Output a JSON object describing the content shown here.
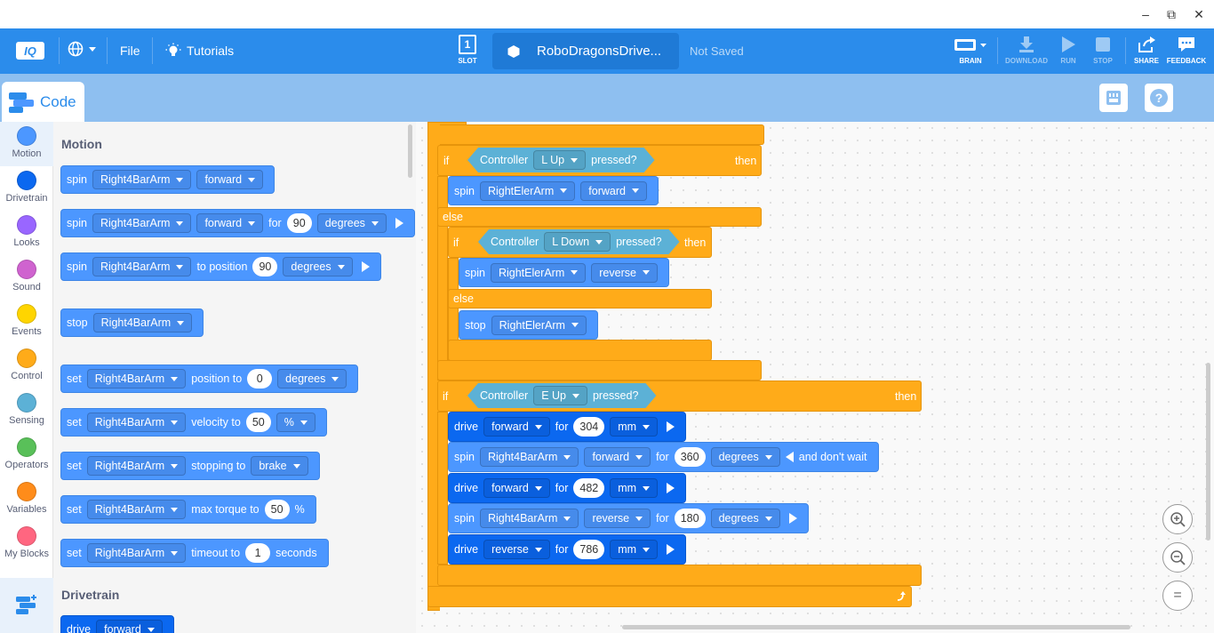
{
  "window": {
    "minimize": "–",
    "maximize": "⧉",
    "close": "✕"
  },
  "toolbar": {
    "logo": "IQ",
    "file_label": "File",
    "tutorials_label": "Tutorials",
    "slot_label": "SLOT",
    "slot_number": "1",
    "project_name": "RoboDragonsDrive...",
    "save_status": "Not Saved",
    "brain_label": "BRAIN",
    "download_label": "DOWNLOAD",
    "run_label": "RUN",
    "stop_label": "STOP",
    "share_label": "SHARE",
    "feedback_label": "FEEDBACK"
  },
  "tabs": {
    "code_label": "Code"
  },
  "categories": [
    {
      "label": "Motion",
      "color": "#4c97ff"
    },
    {
      "label": "Drivetrain",
      "color": "#0b68f0"
    },
    {
      "label": "Looks",
      "color": "#9966ff"
    },
    {
      "label": "Sound",
      "color": "#cf63cf"
    },
    {
      "label": "Events",
      "color": "#ffd500"
    },
    {
      "label": "Control",
      "color": "#ffab19"
    },
    {
      "label": "Sensing",
      "color": "#5cb1d6"
    },
    {
      "label": "Operators",
      "color": "#59c059"
    },
    {
      "label": "Variables",
      "color": "#ff8c1a"
    },
    {
      "label": "My Blocks",
      "color": "#ff6680"
    }
  ],
  "palette": {
    "motion_heading": "Motion",
    "drivetrain_heading": "Drivetrain",
    "motor": "Right4BarArm",
    "spin": "spin",
    "stop": "stop",
    "set": "set",
    "forward": "forward",
    "for": "for",
    "degrees": "degrees",
    "val_90": "90",
    "to_position": "to position",
    "position_to": "position to",
    "val_0": "0",
    "velocity_to": "velocity to",
    "val_50": "50",
    "percent": "%",
    "stopping_to": "stopping to",
    "brake": "brake",
    "max_torque_to": "max torque to",
    "timeout_to": "timeout to",
    "val_1": "1",
    "seconds": "seconds",
    "drive": "drive"
  },
  "script": {
    "if": "if",
    "then": "then",
    "else": "else",
    "controller": "Controller",
    "pressed": "pressed?",
    "l_up": "L Up",
    "l_down": "L Down",
    "e_up": "E Up",
    "spin": "spin",
    "stop": "stop",
    "drive": "drive",
    "for": "for",
    "right_eler_arm": "RightElerArm",
    "right_4bar": "Right4BarArm",
    "forward": "forward",
    "reverse": "reverse",
    "mm": "mm",
    "degrees": "degrees",
    "and_dont_wait": "and don't wait",
    "v304": "304",
    "v360": "360",
    "v482": "482",
    "v180": "180",
    "v786": "786"
  },
  "zoom": {
    "in": "+",
    "out": "−",
    "reset": "="
  }
}
